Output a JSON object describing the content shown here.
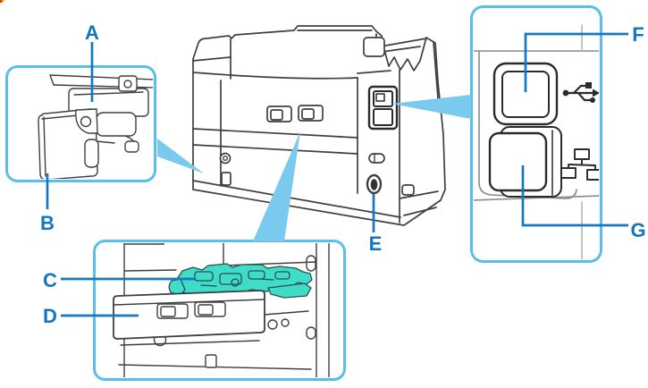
{
  "diagram": {
    "subject": "printer-rear-view-parts-diagram",
    "labels": {
      "a": "A",
      "b": "B",
      "c": "C",
      "d": "D",
      "e": "E",
      "f": "F",
      "g": "G"
    },
    "icons": [
      {
        "name": "usb-icon",
        "meaning": "USB port symbol"
      },
      {
        "name": "ethernet-icon",
        "meaning": "wired LAN port symbol"
      }
    ],
    "colors": {
      "label_blue": "#1376BF",
      "leader_blue": "#1778C2",
      "callout_border": "#59BEE9",
      "pointer_fill": "#79CAEE",
      "highlight_teal": "#3EDCC9",
      "line_art": "#3F3F3F",
      "panel_gray": "#8A8A8A",
      "corner_red": "#E8380D",
      "corner_yellow": "#F0D400"
    }
  }
}
